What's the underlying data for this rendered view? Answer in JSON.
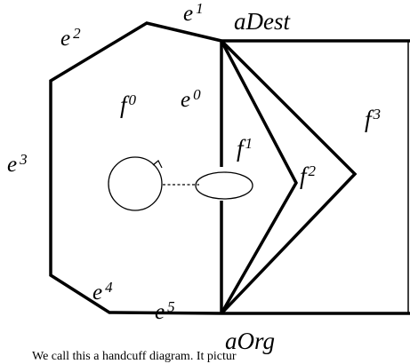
{
  "diagram": {
    "vertices": {
      "dest": "aDest",
      "org": "aOrg"
    },
    "edges": [
      {
        "base": "e",
        "index": "0"
      },
      {
        "base": "e",
        "index": "1"
      },
      {
        "base": "e",
        "index": "2"
      },
      {
        "base": "e",
        "index": "3"
      },
      {
        "base": "e",
        "index": "4"
      },
      {
        "base": "e",
        "index": "5"
      }
    ],
    "faces": [
      {
        "base": "f",
        "index": "0"
      },
      {
        "base": "f",
        "index": "1"
      },
      {
        "base": "f",
        "index": "2"
      },
      {
        "base": "f",
        "index": "3"
      }
    ]
  },
  "caption": "We call this a handcuff diagram.  It pictur"
}
